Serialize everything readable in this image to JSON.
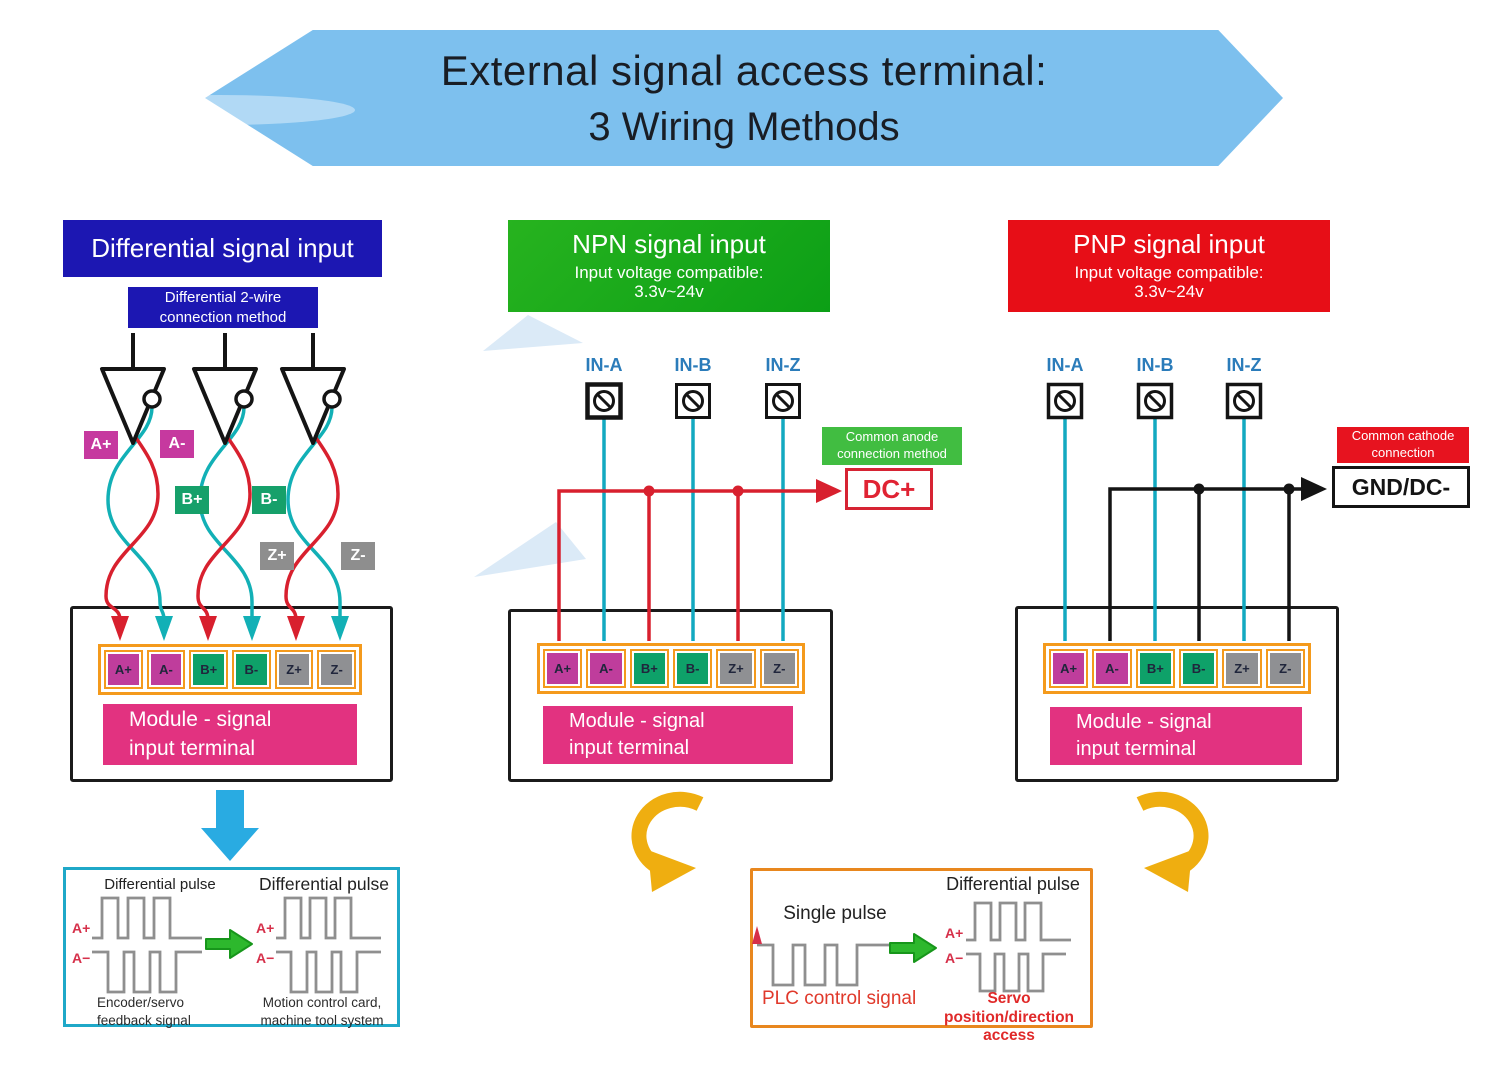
{
  "banner": {
    "line1": "External signal access terminal:",
    "line2": "3 Wiring Methods"
  },
  "differential": {
    "title": "Differential signal input",
    "method_label": "Differential 2-wire connection method",
    "pair_labels": [
      "A+",
      "A-",
      "B+",
      "B-",
      "Z+",
      "Z-"
    ],
    "terminals": [
      "A+",
      "A-",
      "B+",
      "B-",
      "Z+",
      "Z-"
    ],
    "module_label": "Module - signal input terminal"
  },
  "npn": {
    "title": "NPN signal input",
    "subtitle": "Input voltage compatible:",
    "voltage": "3.3v~24v",
    "inputs": [
      "IN-A",
      "IN-B",
      "IN-Z"
    ],
    "connection_label": "Common anode connection method",
    "supply_label": "DC+",
    "terminals": [
      "A+",
      "A-",
      "B+",
      "B-",
      "Z+",
      "Z-"
    ],
    "module_label": "Module - signal input terminal"
  },
  "pnp": {
    "title": "PNP signal input",
    "subtitle": "Input voltage compatible:",
    "voltage": "3.3v~24v",
    "inputs": [
      "IN-A",
      "IN-B",
      "IN-Z"
    ],
    "connection_label": "Common cathode connection",
    "supply_label": "GND/DC-",
    "terminals": [
      "A+",
      "A-",
      "B+",
      "B-",
      "Z+",
      "Z-"
    ],
    "module_label": "Module - signal input terminal"
  },
  "feedback_panel": {
    "left_title": "Differential pulse",
    "right_title": "Differential pulse",
    "a_plus": "A+",
    "a_minus": "A−",
    "left_caption": "Encoder/servo feedback signal",
    "right_caption": "Motion control card, machine tool system"
  },
  "pulse_panel": {
    "left_title": "Single pulse",
    "right_title": "Differential pulse",
    "a_plus": "A+",
    "a_minus": "A−",
    "left_caption": "PLC control signal",
    "right_caption": "Servo position/direction access"
  },
  "colors": {
    "banner_bg": "#7dc0ee",
    "blue_header": "#1c17b2",
    "green_header": "#12a51a",
    "red_header": "#e70e17",
    "pink_module": "#e23280",
    "magenta_terminal": "#bf3d9c",
    "green_terminal": "#0ea169",
    "gray_terminal": "#8f9093",
    "orange_strip": "#f49a1c",
    "red_wire": "#d8202e",
    "cyan_wire": "#12a9c0",
    "black_wire": "#141414",
    "blue_arrow": "#29abe2",
    "yellow_arrow": "#efae10",
    "green_arrow": "#2db82d",
    "input_label_blue": "#2b7cba"
  }
}
